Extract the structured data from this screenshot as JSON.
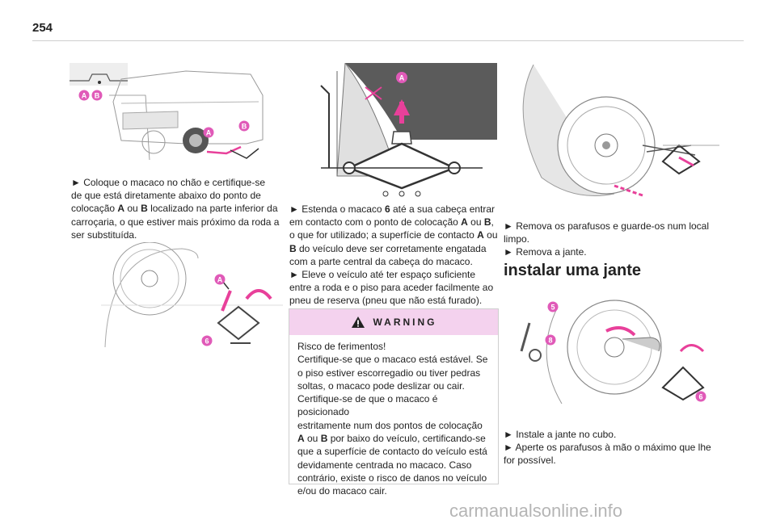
{
  "page": {
    "number": "254"
  },
  "figures": {
    "fig1": {
      "labels": [
        "A",
        "B",
        "A",
        "B"
      ]
    },
    "fig2": {
      "labels": [
        "A"
      ]
    },
    "fig3": {
      "labels": [
        "A",
        "6"
      ]
    },
    "fig4": {
      "labels": []
    },
    "fig5": {
      "labels": [
        "5",
        "8",
        "6"
      ]
    }
  },
  "col1": {
    "p1": [
      "► Coloque o macaco no chão e certifique-se",
      "de que está diretamente abaixo do ponto de",
      "colocação ",
      "A",
      " ou ",
      "B",
      " localizado na parte inferior da",
      "carroçaria, o que estiver mais próximo da roda a",
      "ser substituída."
    ]
  },
  "col2": {
    "p1": {
      "l1": "► Estenda o macaco ",
      "l1b": "6",
      "l1c": " até a sua cabeça entrar",
      "l2": "em contacto com o ponto de colocação ",
      "l2b": "A",
      "l2c": " ou ",
      "l2d": "B",
      "l2e": ",",
      "l3": "o que for utilizado; a superfície de contacto ",
      "l3b": "A",
      "l3c": " ou",
      "l4b": "B",
      "l4": " do veículo deve ser corretamente engatada",
      "l5": "com a parte central da cabeça do macaco."
    },
    "p2": [
      "► Eleve o veículo até ter espaço suficiente",
      "entre a roda e o piso para aceder facilmente ao",
      "pneu de reserva (pneu que não está furado)."
    ]
  },
  "warning": {
    "title": "WARNING",
    "lines": [
      "Risco de ferimentos!",
      "Certifique-se que o macaco está estável. Se",
      "o piso estiver escorregadio ou tiver pedras",
      "soltas, o macaco pode deslizar ou cair.",
      "Certifique-se de que o macaco é posicionado",
      "estritamente num dos pontos de colocação"
    ],
    "l7a": "A",
    "l7b": " ou ",
    "l7c": "B",
    "l7d": " por baixo do veículo, certificando-se",
    "lines2": [
      "que a superfície de contacto do veículo está",
      "devidamente centrada no macaco. Caso",
      "contrário, existe o risco de danos no veículo",
      "e/ou do macaco cair."
    ]
  },
  "col3": {
    "p1": [
      "► Remova os parafusos e guarde-os num local",
      "limpo.",
      "► Remova a jante."
    ],
    "heading": "instalar uma jante",
    "p2": [
      "► Instale a jante no cubo.",
      "► Aperte os parafusos à mão o máximo que lhe",
      "for possível."
    ]
  },
  "watermark": "carmanualsonline.info",
  "colors": {
    "badge": "#e05ab8",
    "warning_bg": "#f4d2ee",
    "arrow": "#e8409a"
  }
}
